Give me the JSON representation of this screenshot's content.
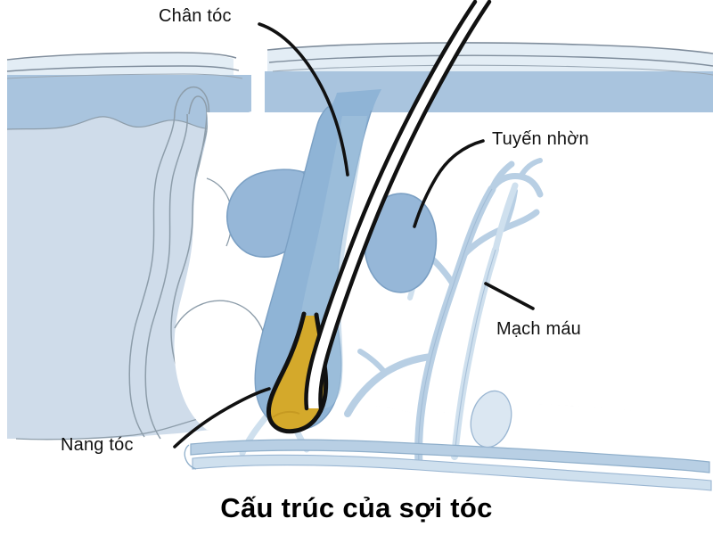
{
  "figure": {
    "caption": "Cấu trúc của sợi tóc",
    "title": "Cấu trúc của sợi tóc",
    "type": "anatomical-cross-section-diagram",
    "subject": "hair-follicle-skin-cross-section"
  },
  "labels": {
    "hair_root": "Chân tóc",
    "sebaceous_gland": "Tuyến nhờn",
    "blood_vessel": "Mạch máu",
    "hair_follicle": "Nang tóc"
  },
  "colors": {
    "background": "#ffffff",
    "stratum_corneum": "#e3edf5",
    "epidermis": "#a9c4de",
    "epidermis_light": "#bed5e8",
    "dermis": "#cfdcea",
    "vessel_fill": "#b8cfe4",
    "vessel_light": "#cfe0ee",
    "gland_fill": "#96b7d8",
    "bulb_gold": "#d4a92b",
    "sheath_blue": "#8fb4d6",
    "hair_black": "#111111",
    "outline_gray": "#7f8d9c",
    "text": "#111111"
  }
}
